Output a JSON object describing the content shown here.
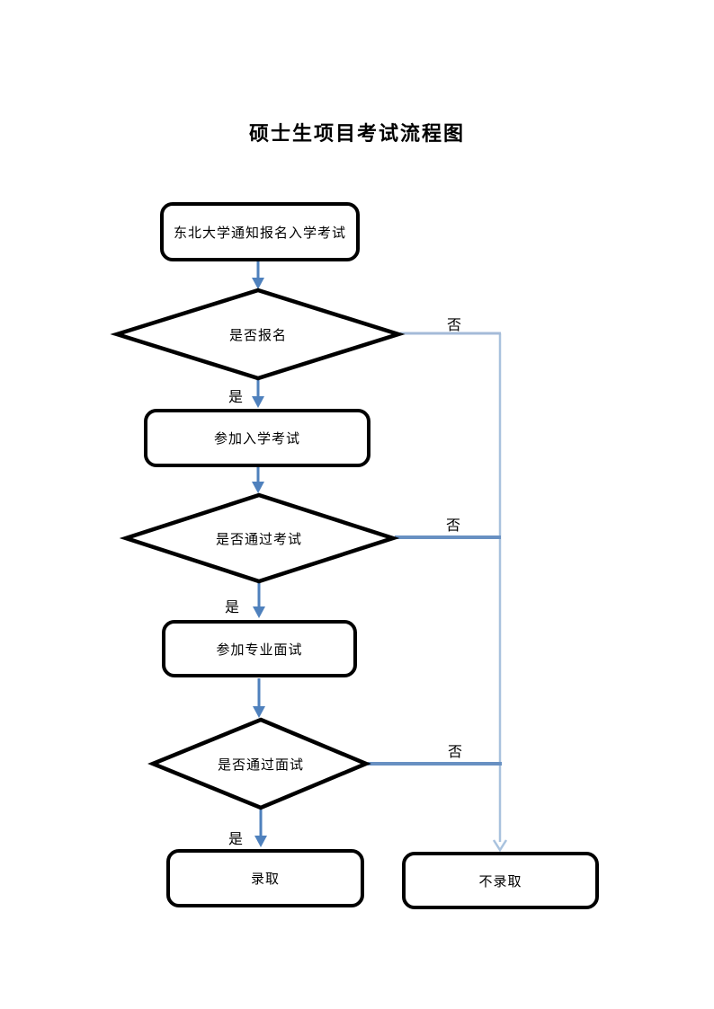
{
  "page": {
    "title": "硕士生项目考试流程图"
  },
  "flowchart": {
    "nodes": [
      {
        "id": "start",
        "type": "rounded-rect",
        "label": "东北大学通知报名入学考试"
      },
      {
        "id": "d-signup",
        "type": "decision",
        "label": "是否报名"
      },
      {
        "id": "exam",
        "type": "rounded-rect",
        "label": "参加入学考试"
      },
      {
        "id": "d-exam",
        "type": "decision",
        "label": "是否通过考试"
      },
      {
        "id": "interview",
        "type": "rounded-rect",
        "label": "参加专业面试"
      },
      {
        "id": "d-interview",
        "type": "decision",
        "label": "是否通过面试"
      },
      {
        "id": "admit",
        "type": "rounded-rect",
        "label": "录取"
      },
      {
        "id": "reject",
        "type": "rounded-rect",
        "label": "不录取"
      }
    ],
    "edge_labels": {
      "yes": "是",
      "no": "否"
    },
    "edges": [
      {
        "from": "start",
        "to": "d-signup",
        "label": ""
      },
      {
        "from": "d-signup",
        "to": "exam",
        "label": "是"
      },
      {
        "from": "d-signup",
        "to": "reject",
        "label": "否"
      },
      {
        "from": "exam",
        "to": "d-exam",
        "label": ""
      },
      {
        "from": "d-exam",
        "to": "interview",
        "label": "是"
      },
      {
        "from": "d-exam",
        "to": "reject",
        "label": "否"
      },
      {
        "from": "interview",
        "to": "d-interview",
        "label": ""
      },
      {
        "from": "d-interview",
        "to": "admit",
        "label": "是"
      },
      {
        "from": "d-interview",
        "to": "reject",
        "label": "否"
      }
    ],
    "colors": {
      "node_border": "#000000",
      "arrow": "#4F81BD",
      "branch_line": "#6890C2",
      "branch_line_light": "#A4BBD8",
      "long_line": "#A9C2DE"
    }
  }
}
